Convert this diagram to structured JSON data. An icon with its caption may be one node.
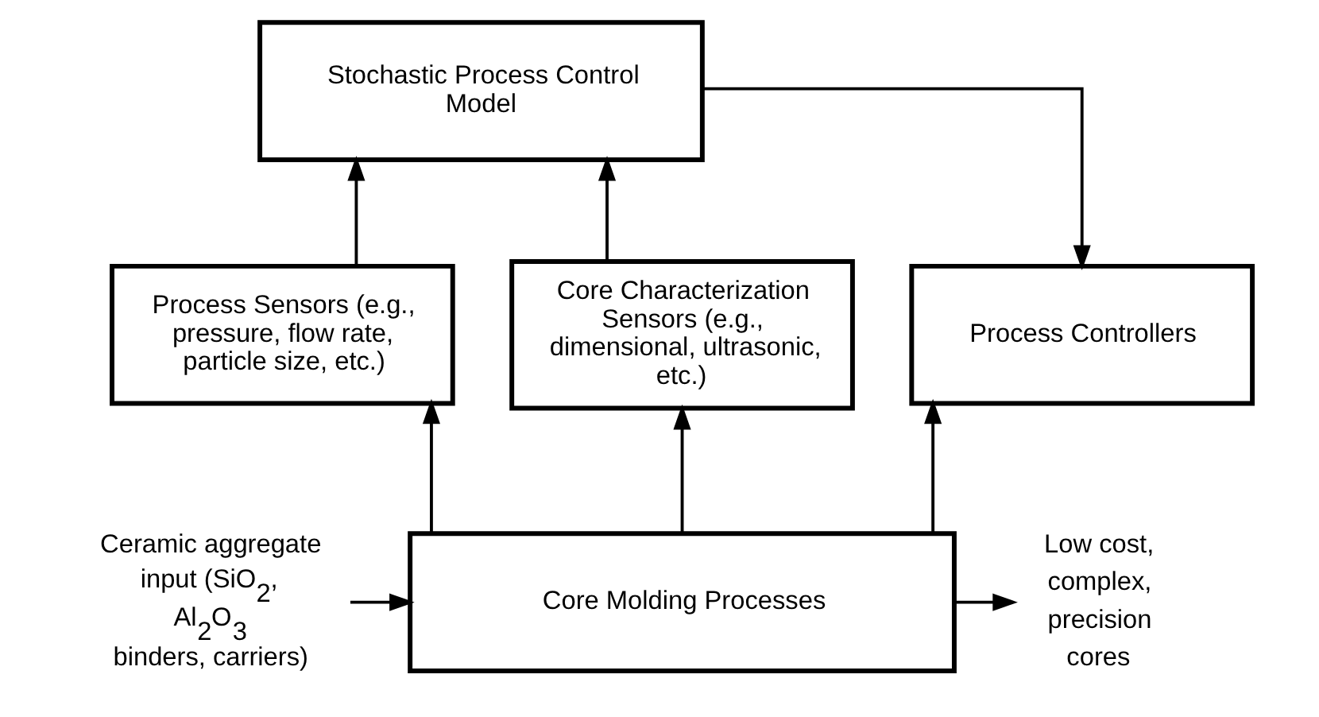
{
  "diagram": {
    "nodes": [
      {
        "text": [
          "Stochastic Process Control Model"
        ]
      },
      {
        "text": [
          "Process Sensors (e.g., pressure, flow rate, particle size, etc.)"
        ]
      },
      {
        "text": [
          "Core Characterization Sensors (e.g., dimensional, ultrasonic, etc.)"
        ]
      },
      {
        "text": [
          "Process Controllers"
        ]
      },
      {
        "text": [
          "Core Molding Processes"
        ]
      },
      {
        "text": [
          "Ceramic aggregate input (SiO$_{2}$, Al$_{2}$O$_{3}$ binders, carriers)"
        ]
      },
      {
        "text": [
          "Low cost, complex, precision cores"
        ]
      }
    ],
    "edges": [
      {
        "from": 1,
        "to": 0,
        "arrow": "to"
      },
      {
        "from": 2,
        "to": 0,
        "arrow": "to"
      },
      {
        "from": 0,
        "to": 3,
        "arrow": "to"
      },
      {
        "from": 4,
        "to": 1,
        "arrow": "to"
      },
      {
        "from": 4,
        "to": 2,
        "arrow": "to"
      },
      {
        "from": 4,
        "to": 3,
        "arrow": "to"
      },
      {
        "from": 5,
        "to": 4,
        "arrow": "to"
      },
      {
        "from": 4,
        "to": 6,
        "arrow": "to"
      }
    ]
  }
}
